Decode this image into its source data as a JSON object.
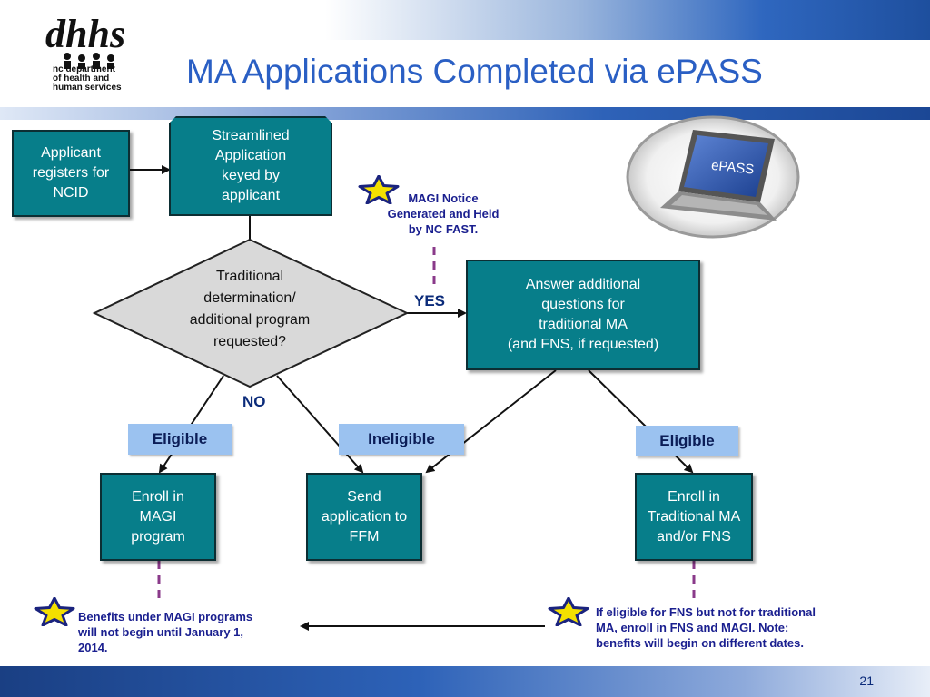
{
  "slide": {
    "title": "MA Applications Completed via ePASS",
    "page_number": "21"
  },
  "logo": {
    "mark": "dhhs",
    "line1": "nc department",
    "line2": "of health and",
    "line3": "human services"
  },
  "laptop": {
    "screen_text": "ePASS"
  },
  "nodes": {
    "ncid": [
      "Applicant",
      "registers for",
      "NCID"
    ],
    "streamlined": [
      "Streamlined",
      "Application",
      "keyed by",
      "applicant"
    ],
    "decision": [
      "Traditional",
      "determination/",
      "additional program",
      "requested?"
    ],
    "additional": [
      "Answer additional",
      "questions for",
      "traditional MA",
      "(and FNS, if requested)"
    ],
    "enroll_magi": [
      "Enroll in",
      "MAGI",
      "program"
    ],
    "send_ffm": [
      "Send",
      "application to",
      "FFM"
    ],
    "enroll_traditional": [
      "Enroll in",
      "Traditional MA",
      "and/or FNS"
    ]
  },
  "edges": {
    "yes_label": "YES",
    "no_label": "NO"
  },
  "badges": {
    "eligible_left": "Eligible",
    "ineligible": "Ineligible",
    "eligible_right": "Eligible"
  },
  "notes": {
    "magi_notice": [
      "MAGI Notice",
      "Generated and Held",
      "by NC FAST."
    ],
    "magi_benefits": [
      "Benefits under MAGI programs",
      "will not begin until January 1,",
      "2014."
    ],
    "fns_note": [
      "If eligible for FNS but not for traditional",
      "MA, enroll in FNS and MAGI. Note:",
      "benefits will begin on different dates."
    ]
  },
  "colors": {
    "box_fill": "#077e8a",
    "badge_fill": "#9bc2f0",
    "title_color": "#2a5fc4",
    "dashed_line": "#8a3a8a",
    "star_fill": "#f4e000",
    "star_outline": "#1a237e"
  }
}
